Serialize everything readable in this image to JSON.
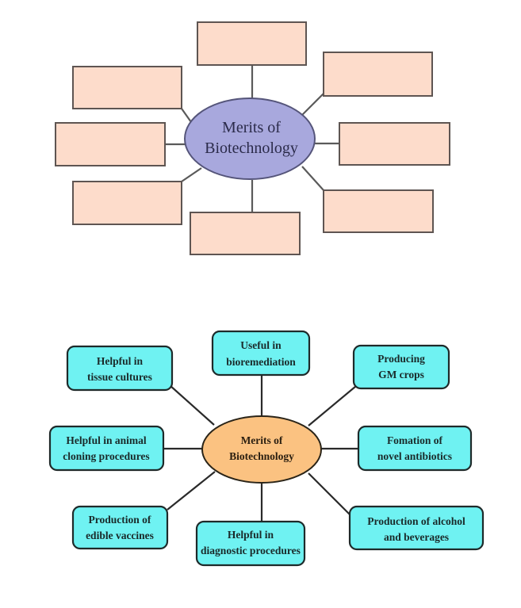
{
  "top_diagram": {
    "center_label_lines": [
      "Merits of",
      "Biotechnology"
    ],
    "blank_box_count": 8,
    "colors": {
      "box_fill": "#FDDCCB",
      "hub_fill": "#A8A8DD"
    }
  },
  "bottom_diagram": {
    "center_label_lines": [
      "Merits of",
      "Biotechnology"
    ],
    "merits": [
      {
        "id": "top",
        "lines": [
          "Useful in",
          "bioremediation"
        ]
      },
      {
        "id": "top-right",
        "lines": [
          "Producing",
          "GM crops"
        ]
      },
      {
        "id": "right",
        "lines": [
          "Fomation of",
          "novel antibiotics"
        ]
      },
      {
        "id": "bottom-right",
        "lines": [
          "Production of alcohol",
          "and beverages"
        ]
      },
      {
        "id": "bottom",
        "lines": [
          "Helpful in",
          "diagnostic procedures"
        ]
      },
      {
        "id": "bottom-left",
        "lines": [
          "Production of",
          "edible vaccines"
        ]
      },
      {
        "id": "left",
        "lines": [
          "Helpful in animal",
          "cloning procedures"
        ]
      },
      {
        "id": "top-left",
        "lines": [
          "Helpful in",
          "tissue cultures"
        ]
      }
    ],
    "colors": {
      "box_fill": "#6FF2F2",
      "hub_fill": "#FBC281"
    }
  }
}
